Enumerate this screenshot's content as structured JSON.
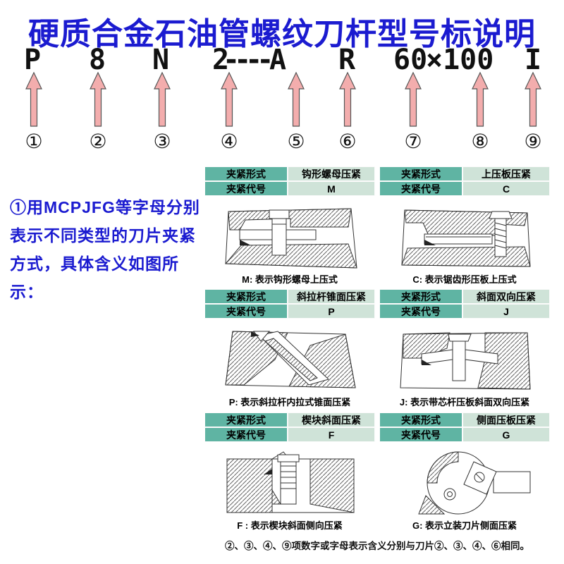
{
  "title": "硬质合金石油管螺纹刀杆型号标说明",
  "designation": {
    "chars": [
      "P",
      "8",
      "N",
      "2",
      "A",
      "R",
      "60",
      "×100",
      "I"
    ],
    "dashes": "----",
    "numbers": [
      "①",
      "②",
      "③",
      "④",
      "⑤",
      "⑥",
      "⑦",
      "⑧",
      "⑨"
    ]
  },
  "intro_note": "①用MCPJFG等字母分别表示不同类型的刀片夹紧方式，具体含义如图所示：",
  "labels": {
    "form": "夹紧形式",
    "code": "夹紧代号"
  },
  "panels": [
    {
      "form": "钩形螺母压紧",
      "code": "M",
      "caption": "M: 表示钩形螺母上压式"
    },
    {
      "form": "上压板压紧",
      "code": "C",
      "caption": "C: 表示锯齿形压板上压式"
    },
    {
      "form": "斜拉杆锥面压紧",
      "code": "P",
      "caption": "P: 表示斜拉杆内拉式锥面压紧"
    },
    {
      "form": "斜面双向压紧",
      "code": "J",
      "caption": "J: 表示带芯杆压板斜面双向压紧"
    },
    {
      "form": "楔块斜面压紧",
      "code": "F",
      "caption": "F : 表示楔块斜面侧向压紧"
    },
    {
      "form": "侧面压板压紧",
      "code": "G",
      "caption": "G: 表示立装刀片侧面压紧"
    }
  ],
  "footer_note": "②、③、④、⑨项数字或字母表示含义分别与刀片②、③、④、⑥相同。",
  "colors": {
    "title_blue": "#1b1bd0",
    "arrow_pink": "#f3adad",
    "header_label_bg": "#5fb4a3",
    "header_value_bg": "#cfe3d8"
  }
}
